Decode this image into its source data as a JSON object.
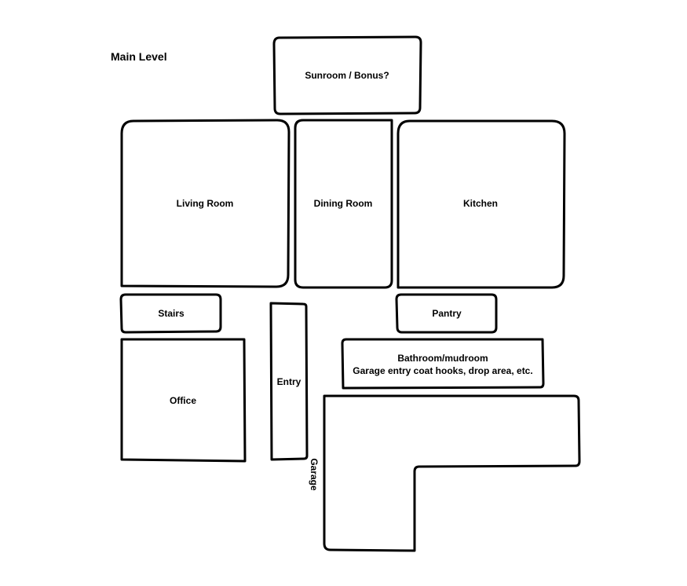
{
  "title": "Main Level",
  "rooms": {
    "sunroom": "Sunroom / Bonus?",
    "living_room": "Living Room",
    "dining_room": "Dining Room",
    "kitchen": "Kitchen",
    "stairs": "Stairs",
    "pantry": "Pantry",
    "office": "Office",
    "entry": "Entry",
    "bathroom_line1": "Bathroom/mudroom",
    "bathroom_line2": "Garage entry coat hooks, drop area, etc.",
    "garage": "Garage"
  }
}
